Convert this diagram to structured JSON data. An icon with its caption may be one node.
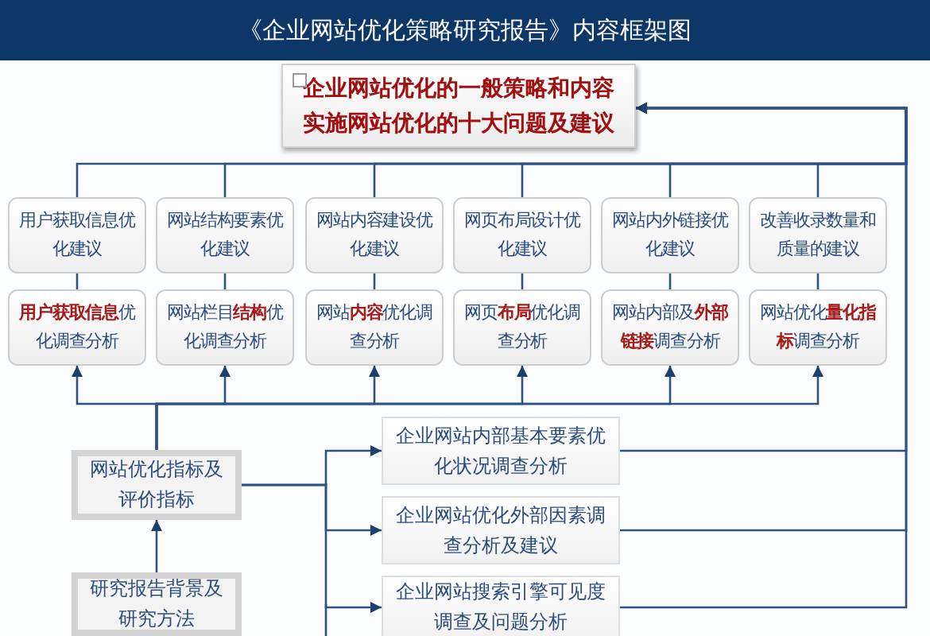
{
  "diagram": {
    "title": "《企业网站优化策略研究报告》内容框架图",
    "nodes": [
      {
        "text": [
          "企业网站优化的一般策略和内容",
          "实施网站优化的十大问题及建议"
        ]
      },
      {
        "text": [
          "用户获取信息优化建议"
        ]
      },
      {
        "text": [
          "网站结构要素优化建议"
        ]
      },
      {
        "text": [
          "网站内容建设优化建议"
        ]
      },
      {
        "text": [
          "网页布局设计优化建议"
        ]
      },
      {
        "text": [
          "网站内外链接优化建议"
        ]
      },
      {
        "text": [
          "改善收录数量和质量的建议"
        ]
      },
      {
        "text": [
          "**用户获取信息**优化调查分析"
        ]
      },
      {
        "text": [
          "网站栏目**结构**优化调查分析"
        ]
      },
      {
        "text": [
          "网站**内容**优化调查分析"
        ]
      },
      {
        "text": [
          "网页**布局**优化调查分析"
        ]
      },
      {
        "text": [
          "网站内部及**外部链接**调查分析"
        ]
      },
      {
        "text": [
          "网站优化**量化指标**调查分析"
        ]
      },
      {
        "text": [
          "网站优化指标及评价指标"
        ]
      },
      {
        "text": [
          "研究报告背景及研究方法"
        ]
      },
      {
        "text": [
          "企业网站内部基本要素优化状况调查分析"
        ]
      },
      {
        "text": [
          "企业网站优化外部因素调查分析及建议"
        ]
      },
      {
        "text": [
          "企业网站搜索引擎可见度调查及问题分析"
        ]
      }
    ],
    "edges": [
      {
        "from": 1,
        "to": 0,
        "arrow": "to"
      },
      {
        "from": 2,
        "to": 0,
        "arrow": "to"
      },
      {
        "from": 3,
        "to": 0,
        "arrow": "to"
      },
      {
        "from": 4,
        "to": 0,
        "arrow": "to"
      },
      {
        "from": 5,
        "to": 0,
        "arrow": "to"
      },
      {
        "from": 6,
        "to": 0,
        "arrow": "to"
      },
      {
        "from": 15,
        "to": 0,
        "arrow": "to"
      },
      {
        "from": 16,
        "to": 0,
        "arrow": "to"
      },
      {
        "from": 17,
        "to": 0,
        "arrow": "to"
      },
      {
        "from": 1,
        "to": 7,
        "arrow": "none"
      },
      {
        "from": 2,
        "to": 8,
        "arrow": "none"
      },
      {
        "from": 3,
        "to": 9,
        "arrow": "none"
      },
      {
        "from": 4,
        "to": 10,
        "arrow": "none"
      },
      {
        "from": 5,
        "to": 11,
        "arrow": "none"
      },
      {
        "from": 6,
        "to": 12,
        "arrow": "none"
      },
      {
        "from": 13,
        "to": 7,
        "arrow": "to"
      },
      {
        "from": 13,
        "to": 8,
        "arrow": "to"
      },
      {
        "from": 13,
        "to": 9,
        "arrow": "to"
      },
      {
        "from": 13,
        "to": 10,
        "arrow": "to"
      },
      {
        "from": 13,
        "to": 11,
        "arrow": "to"
      },
      {
        "from": 13,
        "to": 12,
        "arrow": "to"
      },
      {
        "from": 14,
        "to": 13,
        "arrow": "to"
      },
      {
        "from": 13,
        "to": 15,
        "arrow": "to"
      },
      {
        "from": 13,
        "to": 16,
        "arrow": "to"
      },
      {
        "from": 13,
        "to": 17,
        "arrow": "to"
      }
    ]
  }
}
